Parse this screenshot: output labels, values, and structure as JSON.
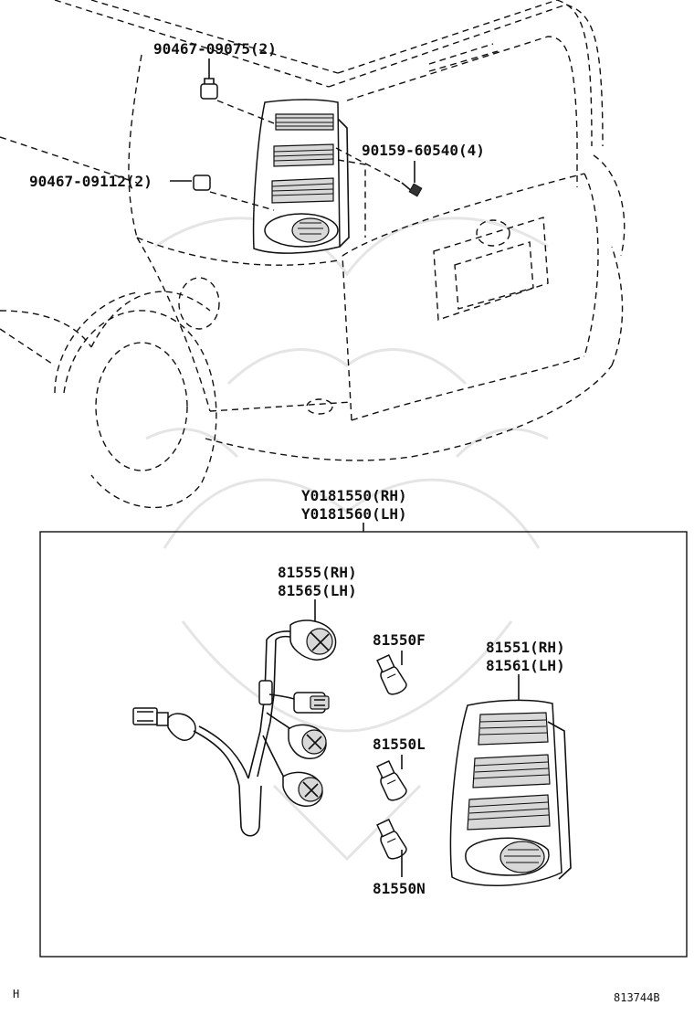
{
  "callouts": {
    "clip_upper": "90467-09075(2)",
    "clip_lower": "90467-09112(2)",
    "screw": "90159-60540(4)",
    "assembly_rh": "Y0181550(RH)",
    "assembly_lh": "Y0181560(LH)",
    "socket_rh": "81555(RH)",
    "socket_lh": "81565(LH)",
    "lens_rh": "81551(RH)",
    "lens_lh": "81561(LH)",
    "bulb_f": "81550F",
    "bulb_l": "81550L",
    "bulb_n": "81550N"
  },
  "footer": {
    "left_code": "H",
    "diagram_number": "813744B"
  }
}
